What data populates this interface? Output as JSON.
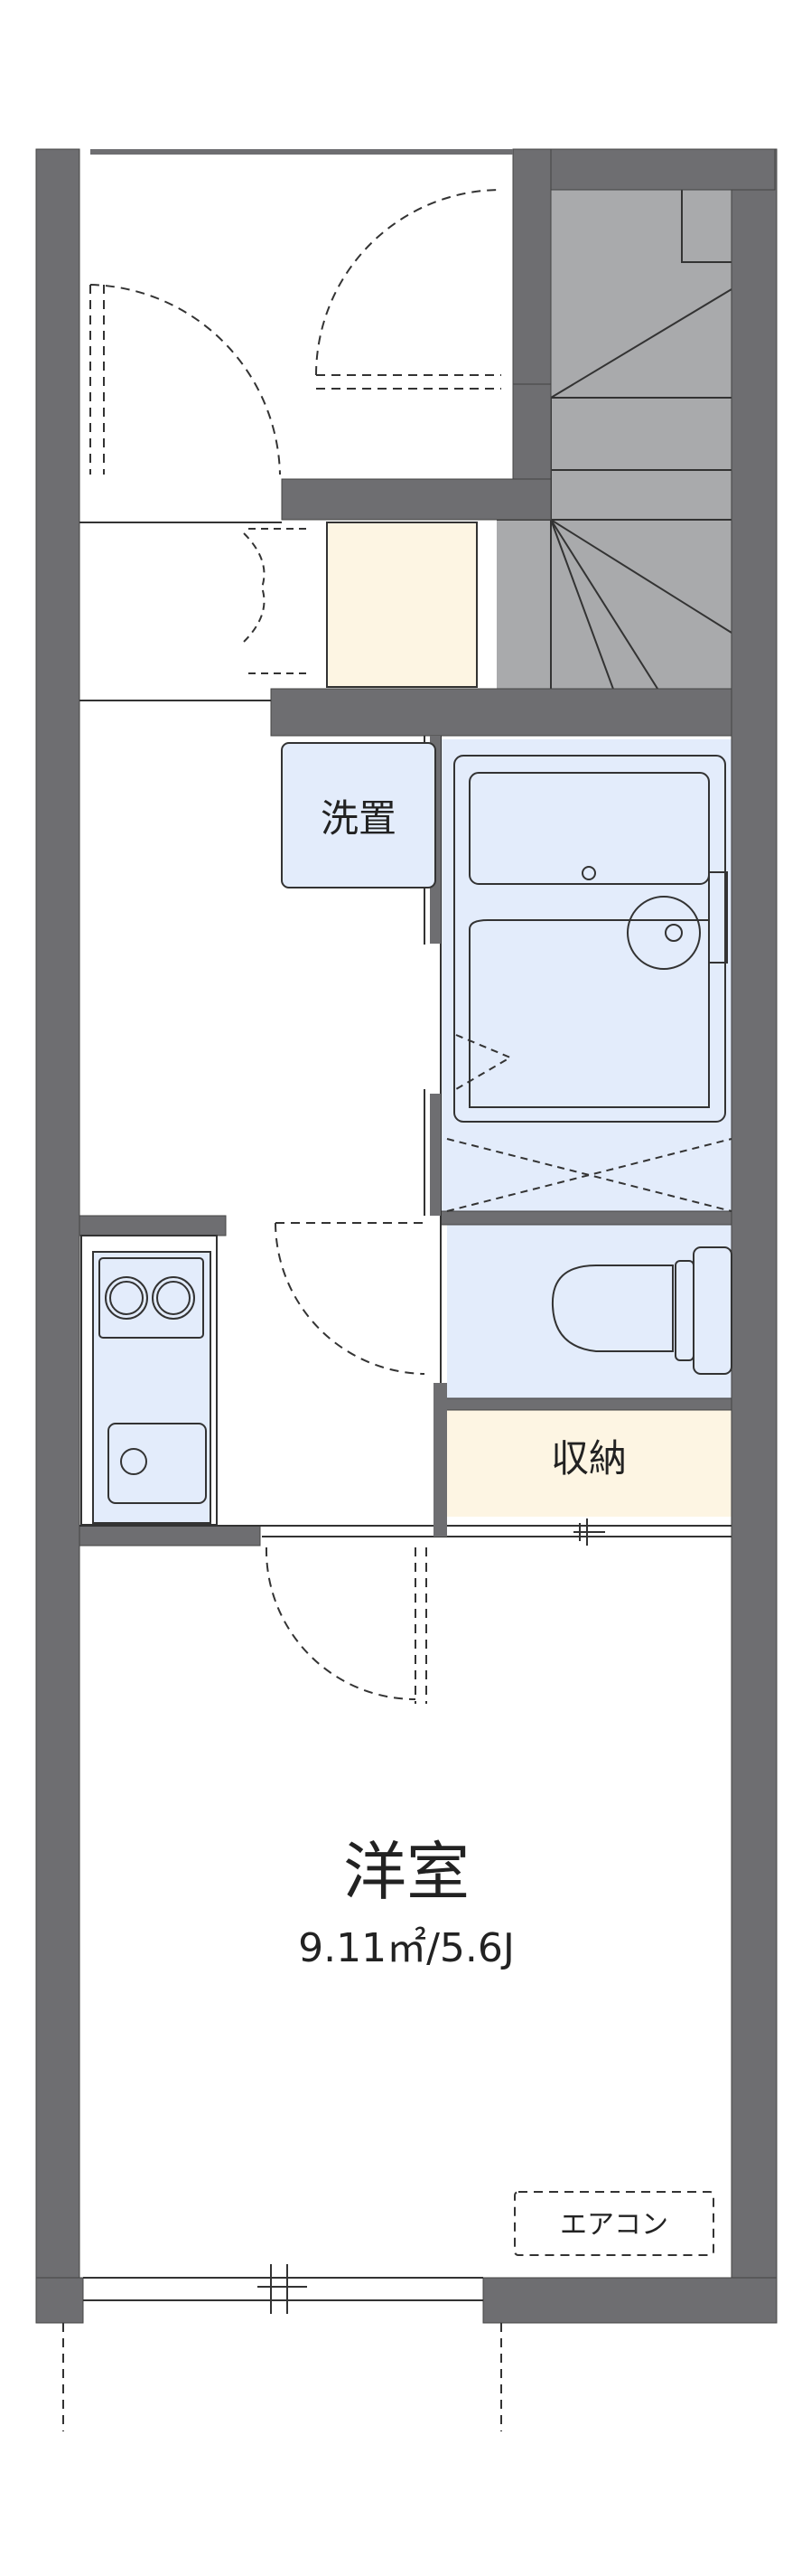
{
  "rooms": {
    "washer": {
      "label": "洗置"
    },
    "storage": {
      "label": "収納"
    },
    "western": {
      "label": "洋室",
      "area": "9.11㎡/5.6J"
    },
    "aircon": {
      "label": "エアコン"
    }
  },
  "colors": {
    "wall": "#6e6e71",
    "wet_area": "#e3ecfb",
    "storage": "#fdf5e3",
    "stairs": "#a9aaac",
    "line": "#333333"
  }
}
